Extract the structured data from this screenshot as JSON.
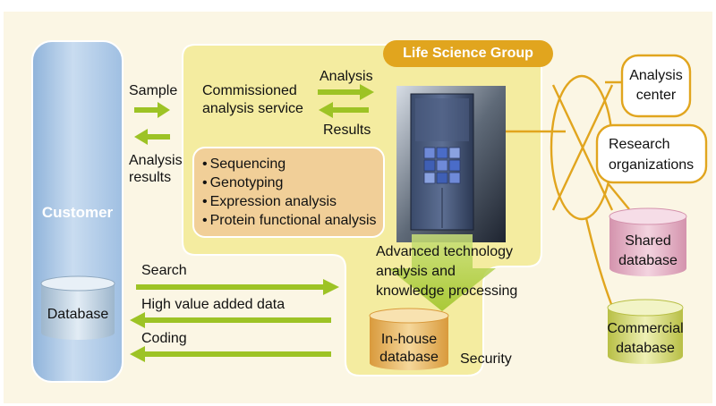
{
  "colors": {
    "background": "#fbf6e4",
    "customer_panel": "#a9c6e6",
    "group_region": "#f4eca0",
    "group_title_bg": "#e1a51e",
    "tech_box": "#f1cf98",
    "arrow_green": "#9dc325",
    "link_orange": "#e1a51e",
    "shared_db": "#e7b6c8",
    "commercial_db": "#d7dc86",
    "inhouse_db": "#e7b55a",
    "customer_db": "#bfd2e4"
  },
  "customer": {
    "label": "Customer",
    "database_label": "Database"
  },
  "group": {
    "title": "Life Science Group",
    "service_label": [
      "Commissioned",
      "analysis service"
    ],
    "services": [
      "Sequencing",
      "Genotyping",
      "Expression analysis",
      "Protein functional analysis"
    ],
    "processing_label": [
      "Advanced technology",
      "analysis and",
      "knowledge processing"
    ],
    "inhouse_db_label": [
      "In-house",
      "database"
    ],
    "security_label": "Security"
  },
  "flows": {
    "sample": "Sample",
    "analysis_results": [
      "Analysis",
      "results"
    ],
    "analysis": "Analysis",
    "results": "Results",
    "search": "Search",
    "high_value": "High value added data",
    "coding": "Coding"
  },
  "external": {
    "analysis_center": [
      "Analysis",
      "center"
    ],
    "research_orgs": [
      "Research",
      "organizations"
    ],
    "shared_db": [
      "Shared",
      "database"
    ],
    "commercial_db": [
      "Commercial",
      "database"
    ]
  },
  "icons": {
    "arrow": "green-arrow",
    "server": "server-tower"
  }
}
